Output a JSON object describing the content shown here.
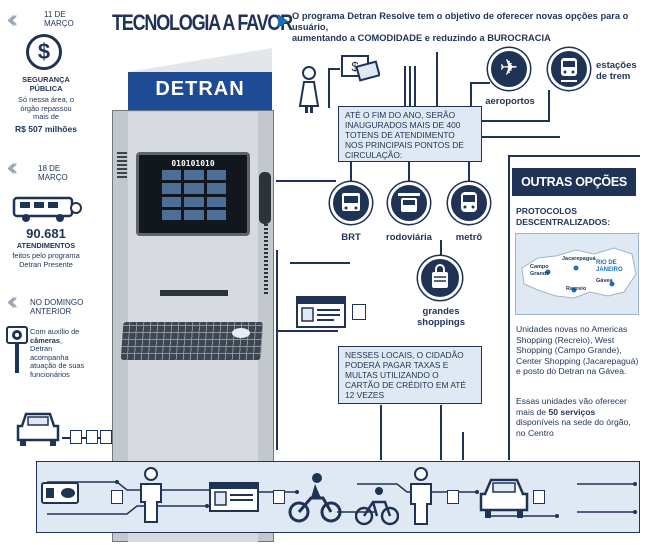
{
  "sidebar": {
    "card1": {
      "date": "11 DE MARÇO",
      "title": "SEGURANÇA PÚBLICA",
      "text": "Só nessa área, o órgão repassou mais de",
      "value": "R$ 507 milhões",
      "icon": "dollar-icon"
    },
    "card2": {
      "date": "18 DE MARÇO",
      "number": "90.681",
      "label": "ATENDIMENTOS",
      "text": "feitos pelo programa Detran Presente",
      "icon": "van-icon"
    },
    "card3": {
      "date": "NO DOMINGO ANTERIOR",
      "text_pre": "Com auxílio de",
      "text_bold": "câmeras",
      "text_post": ", Detran acompanha atuação de suas funcionários",
      "icon": "camera-icon"
    }
  },
  "header": {
    "title": "TECNOLOGIA A FAVOR",
    "subtitle_line1": "O programa Detran Resolve tem o objetivo de oferecer novas opções para o usuário,",
    "subtitle_line2": "aumentando a COMODIDADE e reduzindo a BUROCRACIA"
  },
  "kiosk": {
    "brand": "DETRAN",
    "screen_code": "010101010"
  },
  "infobox_top": "ATÉ O FIM DO ANO, SERÃO INAUGURADOS MAIS DE 400 TOTENS DE ATENDIMENTO NOS PRINCIPAIS PONTOS DE CIRCULAÇÃO:",
  "infobox_bottom": "NESSES LOCAIS, O CIDADÃO PODERÁ PAGAR TAXAS E MULTAS UTILIZANDO O CARTÃO DE CRÉDITO EM ATÉ 12 VEZES",
  "locations": {
    "aeroportos": "aeroportos",
    "trem": "estações de trem",
    "brt": "BRT",
    "rodoviaria": "rodoviária",
    "metro": "metrô",
    "shoppings": "grandes shoppings"
  },
  "outras": {
    "heading": "OUTRAS OPÇÕES",
    "protocolos": "PROTOCOLOS DESCENTRALIZADOS:",
    "map_labels": {
      "jacarepagua": "Jacarepaguá",
      "campo_grande": "Campo Grande",
      "rio": "RIO DE JANEIRO",
      "gavea": "Gávea",
      "recreio": "Recreio"
    },
    "units_text": "Unidades novas no Americas Shopping (Recreio), West Shopping (Campo Grande), Center Shopping (Jacarepaguá) e posto do Detran na Gávea.",
    "services_pre": "Essas unidades vão oferecer mais de ",
    "services_bold": "50 serviços",
    "services_post": " disponíveis na sede do órgão, no Centro"
  },
  "colors": {
    "navy": "#1f3357",
    "light_blue": "#dfe9f3",
    "accent": "#1d6fb8",
    "kiosk_gray": "#bfc4c9"
  }
}
